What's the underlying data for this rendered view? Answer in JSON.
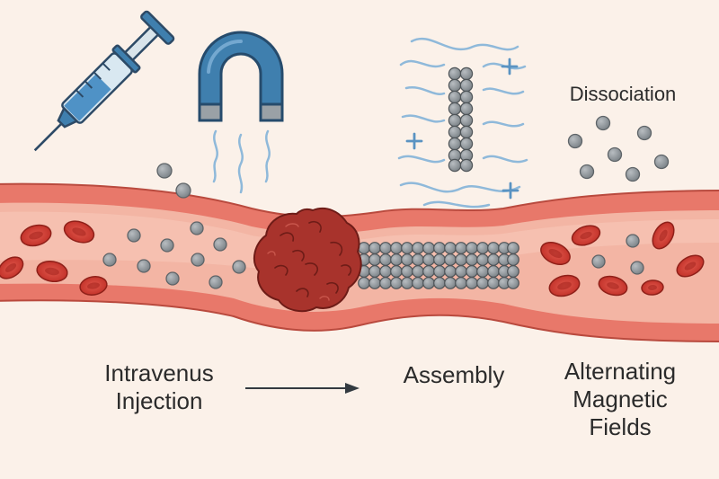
{
  "labels": {
    "injection_line1": "Intravenus",
    "injection_line2": "Injection",
    "assembly": "Assembly",
    "alternating_line1": "Alternating",
    "alternating_line2": "Magnetic",
    "alternating_line3": "Fields",
    "dissociation": "Dissociation"
  },
  "icons": {
    "syringe": "syringe-icon",
    "magnet": "horseshoe-magnet-icon",
    "arrow": "right-arrow-icon"
  },
  "colors": {
    "background": "#fbf1e9",
    "vessel_wall": "#e8786a",
    "vessel_lumen": "#f3b5a4",
    "red_blood_cell": "#c8332b",
    "clot": "#a8332c",
    "nanoparticle": "#8e9498",
    "magnet": "#3f7fae",
    "field_lines": "#8fb9da"
  }
}
